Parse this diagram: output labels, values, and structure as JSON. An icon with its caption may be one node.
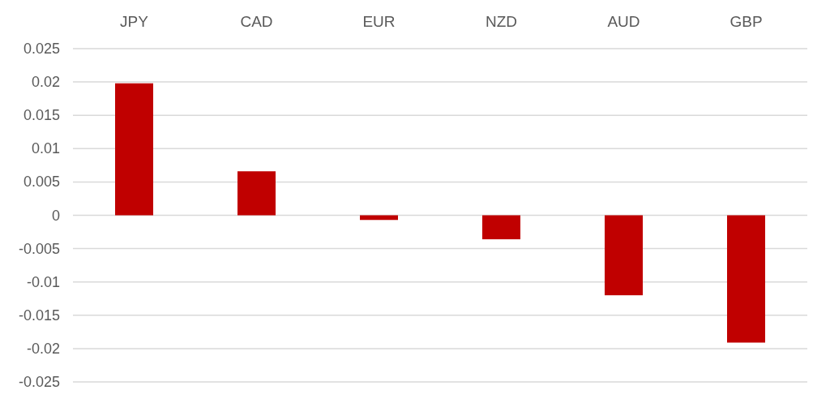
{
  "diagram": {
    "chart_data": {
      "type": "bar",
      "categories": [
        "JPY",
        "CAD",
        "EUR",
        "NZD",
        "AUD",
        "GBP"
      ],
      "series": [
        {
          "color": "#c00000",
          "values": [
            0.0198,
            0.0066,
            -0.0007,
            -0.0036,
            -0.012,
            -0.0191
          ]
        }
      ],
      "ylim": [
        -0.025,
        0.025
      ],
      "grid": true,
      "yticks": [
        0.025,
        0.02,
        0.015,
        0.01,
        0.005,
        0,
        -0.005,
        -0.01,
        -0.015,
        -0.02,
        -0.025
      ]
    }
  }
}
